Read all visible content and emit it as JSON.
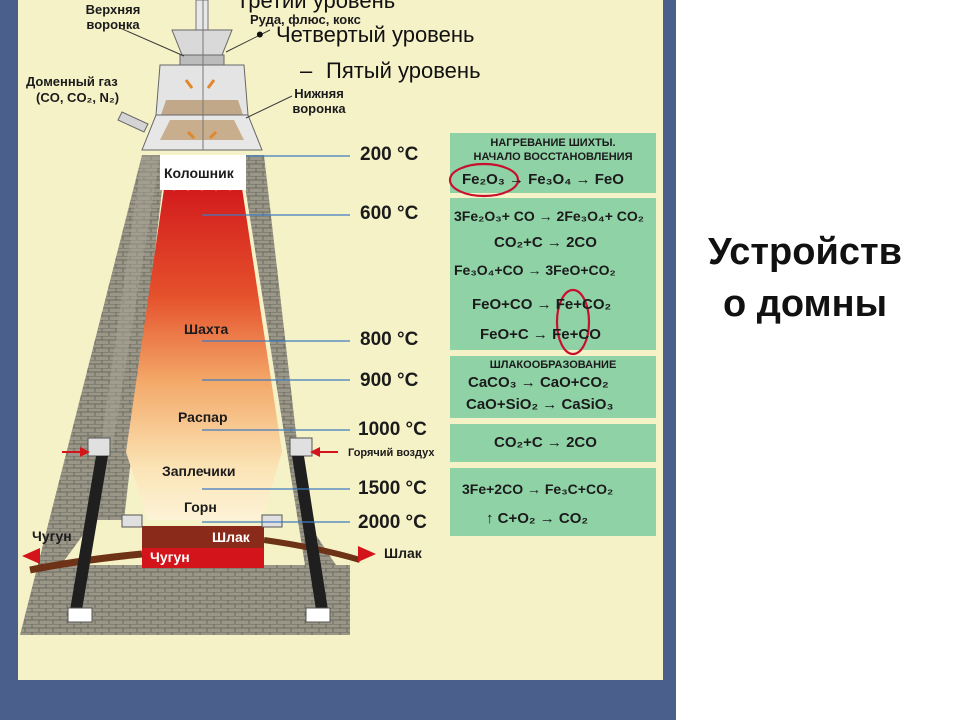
{
  "slide": {
    "title": "Устройство домны",
    "bullets": [
      "Третий уровень",
      "Четвертый уровень",
      "Пятый уровень"
    ],
    "bullet_marks": [
      "•",
      "–"
    ],
    "colors": {
      "frame": "#4a5f8c",
      "panel": "#f6f2c8",
      "eq_box": "#8fd2a6",
      "brick": "#8e8b7e",
      "hot": "#d3151b",
      "slag": "#8a2a1a",
      "marker": "#c8102e"
    }
  },
  "labels": {
    "top_funnel": "Верхняя воронка",
    "charge": "Руда, флюс, кокс",
    "gas": "Доменный газ",
    "gas_formula": "(CO, CO₂, N₂)",
    "bottom_funnel": "Нижняя воронка",
    "throat": "Колошник",
    "shaft": "Шахта",
    "belly": "Распар",
    "bosh": "Заплечики",
    "hearth": "Горн",
    "slag_inner": "Шлак",
    "iron_inner": "Чугун",
    "iron_out": "Чугун",
    "slag_out": "Шлак",
    "hot_air": "Горячий воздух"
  },
  "temperatures": [
    "200 °C",
    "600 °C",
    "800 °C",
    "900 °C",
    "1000 °C",
    "1500 °C",
    "2000 °C"
  ],
  "reaction_boxes": [
    {
      "title": [
        "НАГРЕВАНИЕ ШИХТЫ.",
        "НАЧАЛО ВОССТАНОВЛЕНИЯ"
      ],
      "equations": [
        "Fe₂O₃ → Fe₃O₄ → FeO"
      ]
    },
    {
      "title": [],
      "equations": [
        "3Fe₂O₃+ CO → 2Fe₃O₄+ CO₂",
        "CO₂+C → 2CO",
        "Fe₃O₄+CO → 3FeO+CO₂",
        "FeO+CO → Fe+CO₂",
        "FeO+C → Fe+CO"
      ]
    },
    {
      "title": [
        "ШЛАКООБРАЗОВАНИЕ"
      ],
      "equations": [
        "CaCO₃ → CaO+CO₂",
        "CaO+SiO₂ → CaSiO₃"
      ]
    },
    {
      "title": [],
      "equations": [
        "CO₂+C → 2CO"
      ]
    },
    {
      "title": [],
      "equations": [
        "3Fe+2CO → Fe₃C+CO₂",
        "↑ C+O₂ → CO₂"
      ]
    }
  ]
}
